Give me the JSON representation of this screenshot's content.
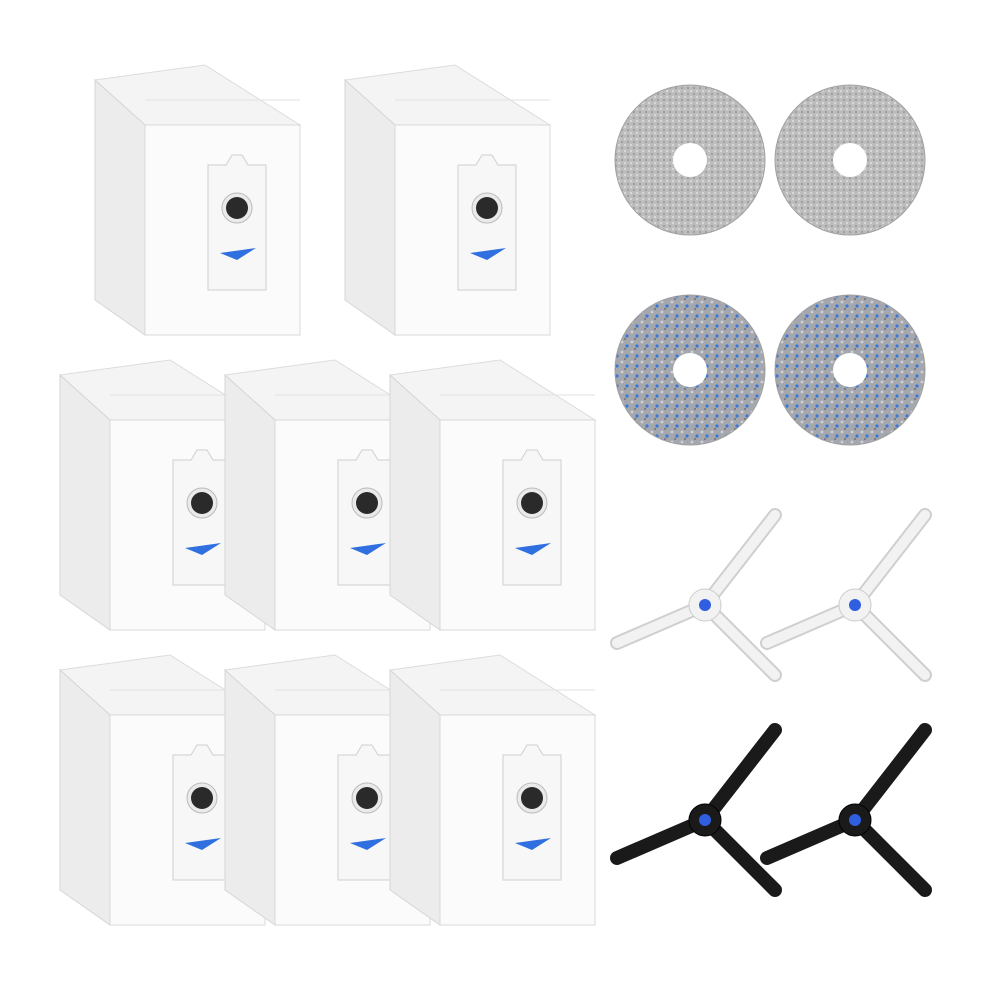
{
  "product_set": {
    "dust_bags": {
      "count": 8,
      "label_mark_color": "#2f6fe0",
      "filter_color": "#2a2a2a"
    },
    "mop_pads_gray": {
      "count": 2,
      "color": "#b9b9b9"
    },
    "mop_pads_blue": {
      "count": 2,
      "color": "#8a8f98",
      "accent": "#3a78d8"
    },
    "side_brushes_white": {
      "count": 2,
      "color": "#f2f2f2",
      "hub_color": "#2f5fe0"
    },
    "side_brushes_black": {
      "count": 2,
      "color": "#1a1a1a",
      "hub_color": "#2f5fe0"
    }
  },
  "background": "#ffffff"
}
